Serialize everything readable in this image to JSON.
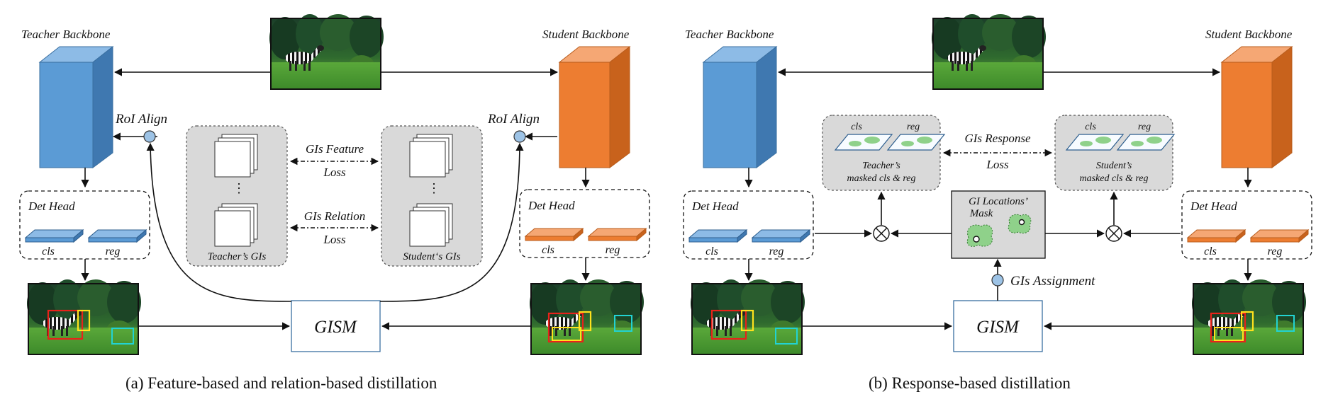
{
  "panel_a": {
    "teacher_backbone": "Teacher Backbone",
    "student_backbone": "Student Backbone",
    "roi_align_left": "RoI Align",
    "roi_align_right": "RoI Align",
    "det_head_teacher": "Det Head",
    "det_head_student": "Det Head",
    "cls": "cls",
    "reg": "reg",
    "gis_feature_loss_1": "GIs Feature",
    "gis_feature_loss_2": "Loss",
    "gis_relation_loss_1": "GIs Relation",
    "gis_relation_loss_2": "Loss",
    "teachers_gis": "Teacher’s GIs",
    "students_gis": "Student‘s GIs",
    "ellipsis": "⋮",
    "gism": "GISM",
    "caption": "(a)  Feature-based and relation-based distillation"
  },
  "panel_b": {
    "teacher_backbone": "Teacher Backbone",
    "student_backbone": "Student Backbone",
    "det_head_teacher": "Det Head",
    "det_head_student": "Det Head",
    "cls": "cls",
    "reg": "reg",
    "gis_response_1": "GIs Response",
    "gis_response_2": "Loss",
    "teacher_masked_1": "Teacher’s",
    "teacher_masked_2": "masked cls & reg",
    "student_masked_1": "Student’s",
    "student_masked_2": "masked cls & reg",
    "gi_locations_1": "GI Locations’",
    "gi_locations_2": "Mask",
    "gis_assignment": "GIs Assignment",
    "gism": "GISM",
    "caption": "(b)  Response-based distillation"
  },
  "colors": {
    "teacher_blue": "#5b9bd5",
    "student_orange": "#ed7d31",
    "gray_panel": "#d9d9d9",
    "cyan_box": "#22d3d3",
    "red_box": "#e8221a",
    "yellow_box": "#ffe21c"
  }
}
